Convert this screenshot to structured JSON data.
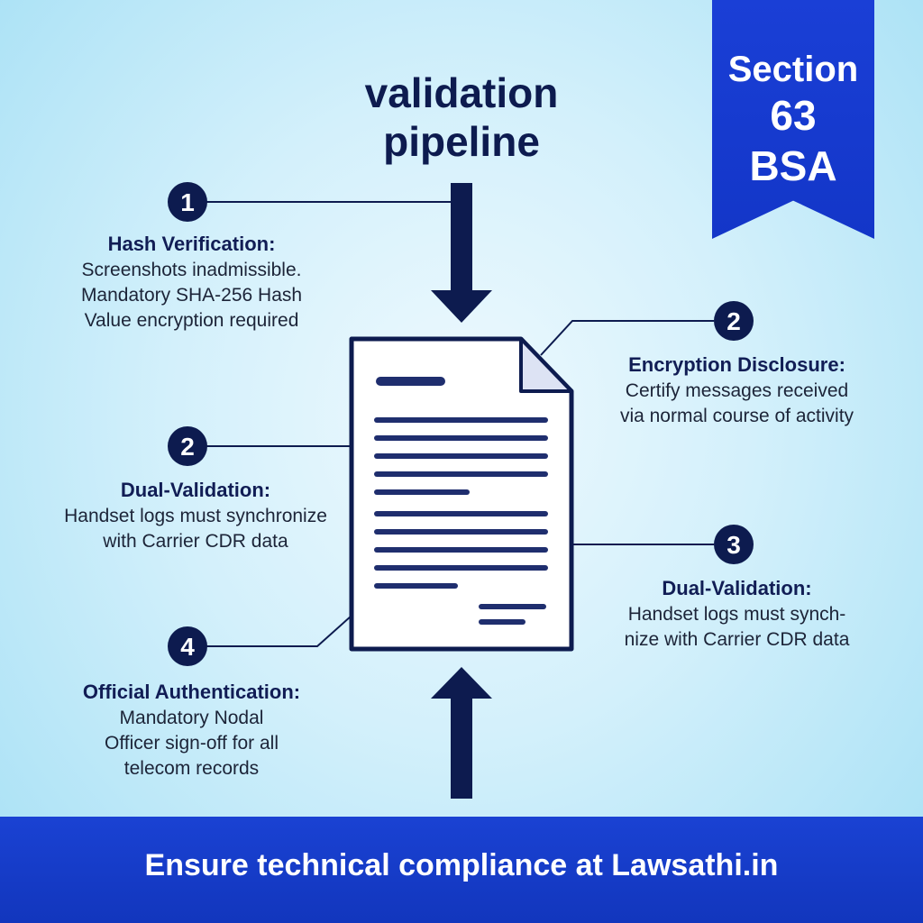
{
  "title": "validation pipeline",
  "badge": {
    "line1": "Section",
    "line2": "63",
    "line3": "BSA"
  },
  "steps": [
    {
      "number": "1",
      "heading": "Hash Verification:",
      "body": [
        "Screenshots inadmissible.",
        "Mandatory SHA-256 Hash",
        "Value encryption required"
      ]
    },
    {
      "number": "2",
      "heading": "Encryption Disclosure:",
      "body": [
        "Certify messages received",
        "via normal course of activity"
      ]
    },
    {
      "number": "2",
      "heading": "Dual-Validation:",
      "body": [
        "Handset logs must synchronize",
        "with Carrier CDR data"
      ]
    },
    {
      "number": "3",
      "heading": "Dual-Validation:",
      "body": [
        "Handset logs must synch-",
        "nize with Carrier CDR data"
      ]
    },
    {
      "number": "4",
      "heading": "Official Authentication:",
      "body": [
        "Mandatory Nodal",
        "Officer sign-off for all",
        "telecom records"
      ]
    }
  ],
  "footer": "Ensure technical compliance at Lawsathi.in",
  "colors": {
    "navy": "#0d1b4f",
    "accent_blue": "#1a42d3",
    "document_fill": "#ffffff",
    "fold_fill": "#dde3f4"
  }
}
